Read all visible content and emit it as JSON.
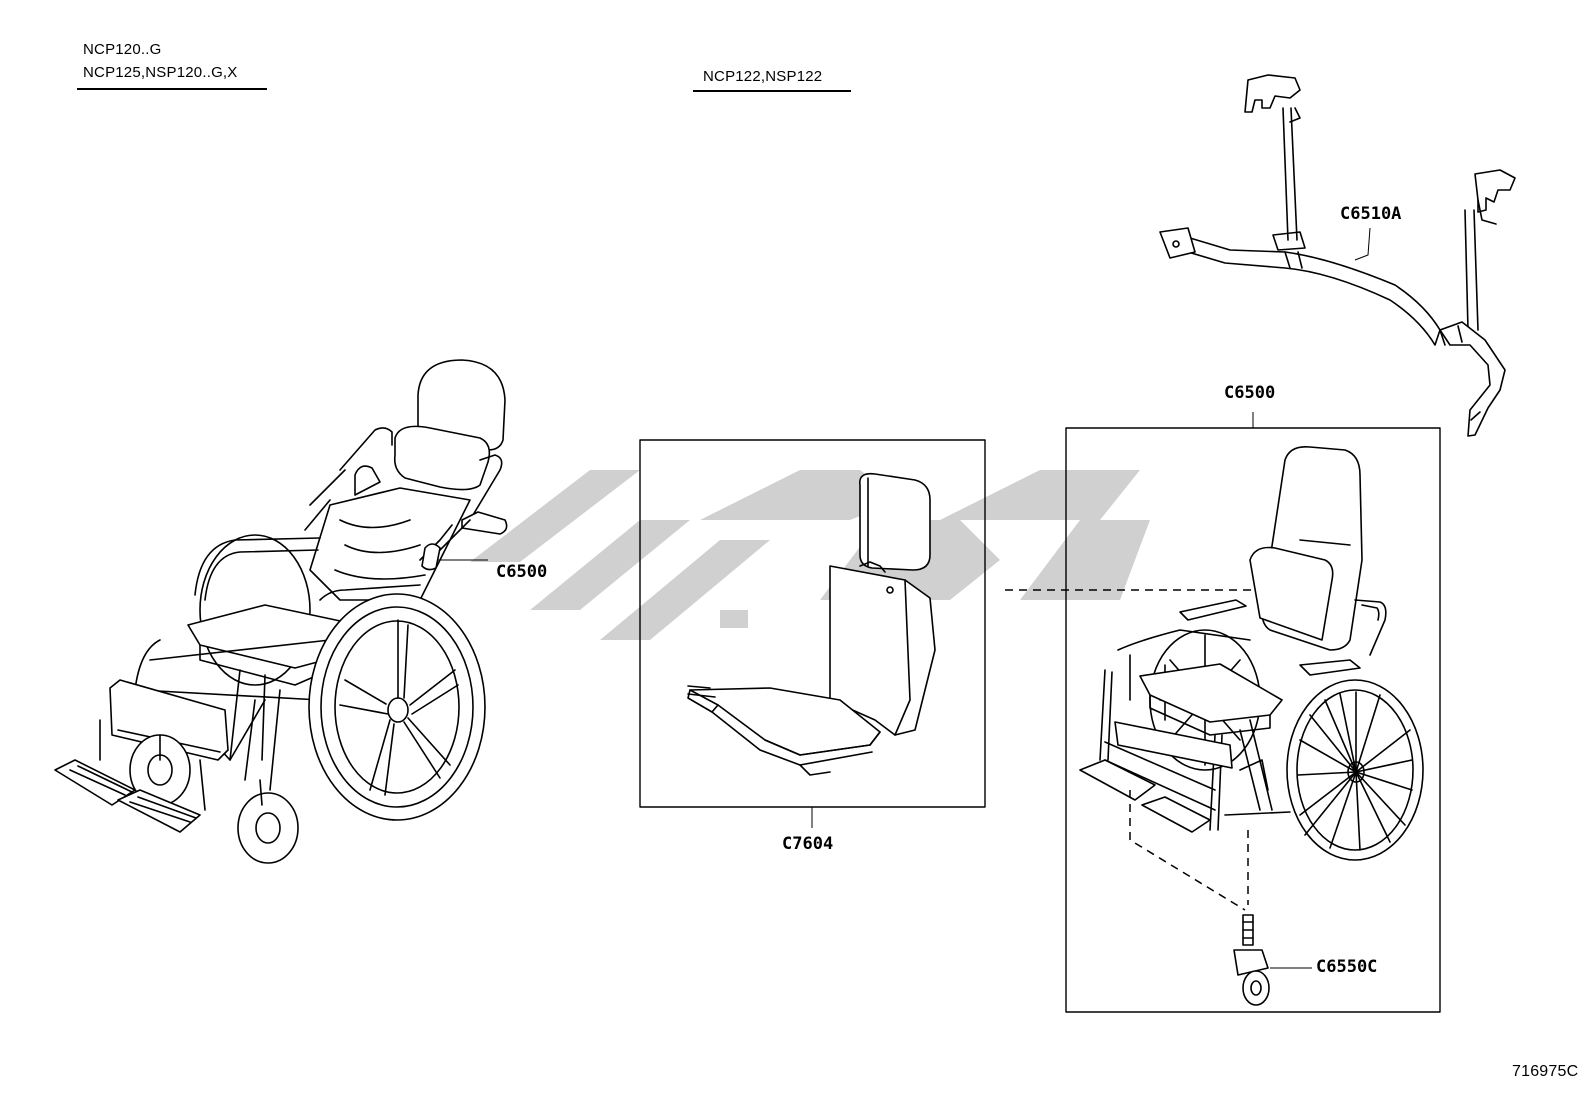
{
  "variants": {
    "left_line1": "NCP120..G",
    "left_line2": "NCP125,NSP120..G,X",
    "middle": "NCP122,NSP122"
  },
  "parts": {
    "wheelchair_left": "C6500",
    "seat_kit": "C7604",
    "wheelchair_right": "C6500",
    "frame_bar": "C6510A",
    "caster": "C6550C"
  },
  "diagram_id": "716975C",
  "colors": {
    "line": "#000000",
    "watermark": "#c8c8c8",
    "background": "#ffffff"
  }
}
